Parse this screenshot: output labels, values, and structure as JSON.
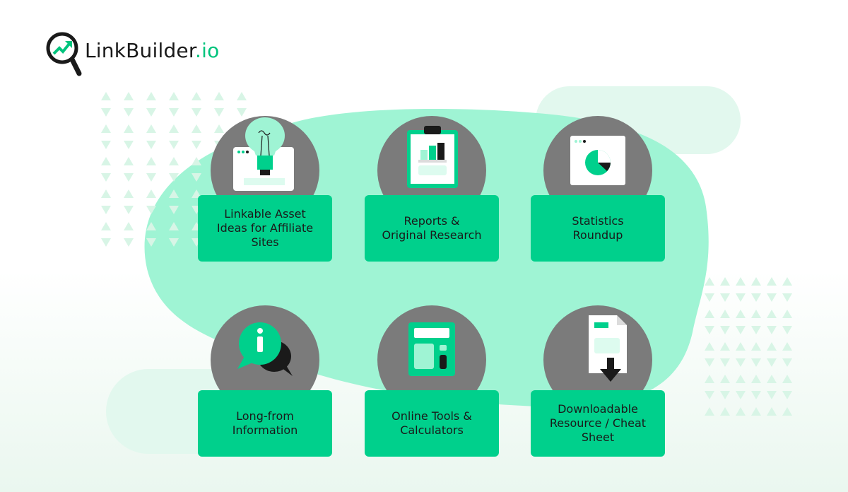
{
  "brand": {
    "name_main": "LinkBuilder",
    "name_suffix": ".io"
  },
  "colors": {
    "accent": "#00d08c",
    "blob": "#9ff4d4",
    "circle": "#7b7b7b",
    "light": "#ddfbef"
  },
  "cards": [
    {
      "label": "Linkable Asset Ideas for Affiliate Sites",
      "icon": "lightbulb-icon"
    },
    {
      "label": "Reports & Original Research",
      "icon": "clipboard-chart-icon"
    },
    {
      "label": "Statistics Roundup",
      "icon": "pie-chart-window-icon"
    },
    {
      "label": "Long-from Information",
      "icon": "info-chat-icon"
    },
    {
      "label": "Online Tools & Calculators",
      "icon": "calculator-icon"
    },
    {
      "label": "Downloadable Resource / Cheat Sheet",
      "icon": "download-document-icon"
    }
  ]
}
